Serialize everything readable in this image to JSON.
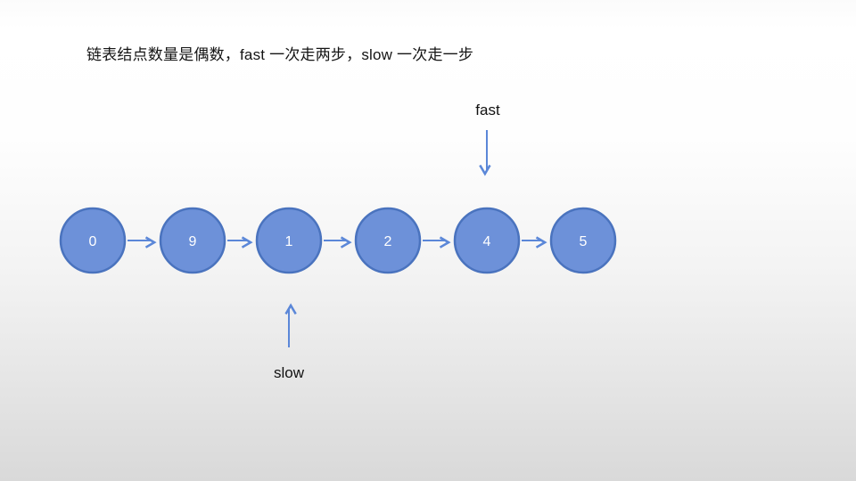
{
  "slide": {
    "title": "链表结点数量是偶数，fast 一次走两步，slow 一次走一步"
  },
  "diagram": {
    "type": "singly-linked-list",
    "nodes": [
      {
        "value": "0"
      },
      {
        "value": "9"
      },
      {
        "value": "1"
      },
      {
        "value": "2"
      },
      {
        "value": "4"
      },
      {
        "value": "5"
      }
    ],
    "pointers": {
      "fast": {
        "label": "fast",
        "points_to_value": "4",
        "direction": "down"
      },
      "slow": {
        "label": "slow",
        "points_to_value": "1",
        "direction": "up"
      }
    }
  },
  "colors": {
    "node_fill": "#6d91d9",
    "node_border": "#4a73be",
    "arrow": "#5b87d8",
    "node_text": "#ffffff",
    "label_text": "#111111",
    "background_top": "#ffffff",
    "background_bottom": "#d9d9d9"
  }
}
